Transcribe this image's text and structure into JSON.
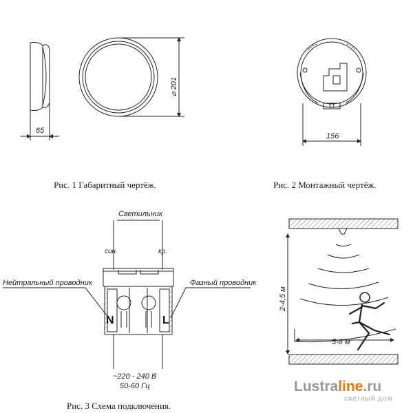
{
  "fig1": {
    "caption": "Рис. 1  Габаритный чертёж.",
    "dim_depth": "65",
    "dim_diameter": "⌀ 201"
  },
  "fig2": {
    "caption": "Рис. 2 Монтажный чертёж.",
    "dim_width": "156"
  },
  "fig3": {
    "caption": "Рис. 3  Схема подключения.",
    "luminaire": "Светильник",
    "wire_blue": "син.",
    "wire_red": "кр.",
    "neutral": "Нейтральный проводник",
    "phase": "Фазный проводник",
    "n": "N",
    "l": "L",
    "voltage": "~220 - 240 В",
    "freq": "50-60 Гц"
  },
  "fig4": {
    "height": "2-4,5 м",
    "range": "5-8 м"
  },
  "watermark": {
    "brand_a": "Lustra",
    "brand_b": "line",
    "brand_c": ".ru",
    "tagline": "светлый дом",
    "accent": "#f07a00"
  }
}
